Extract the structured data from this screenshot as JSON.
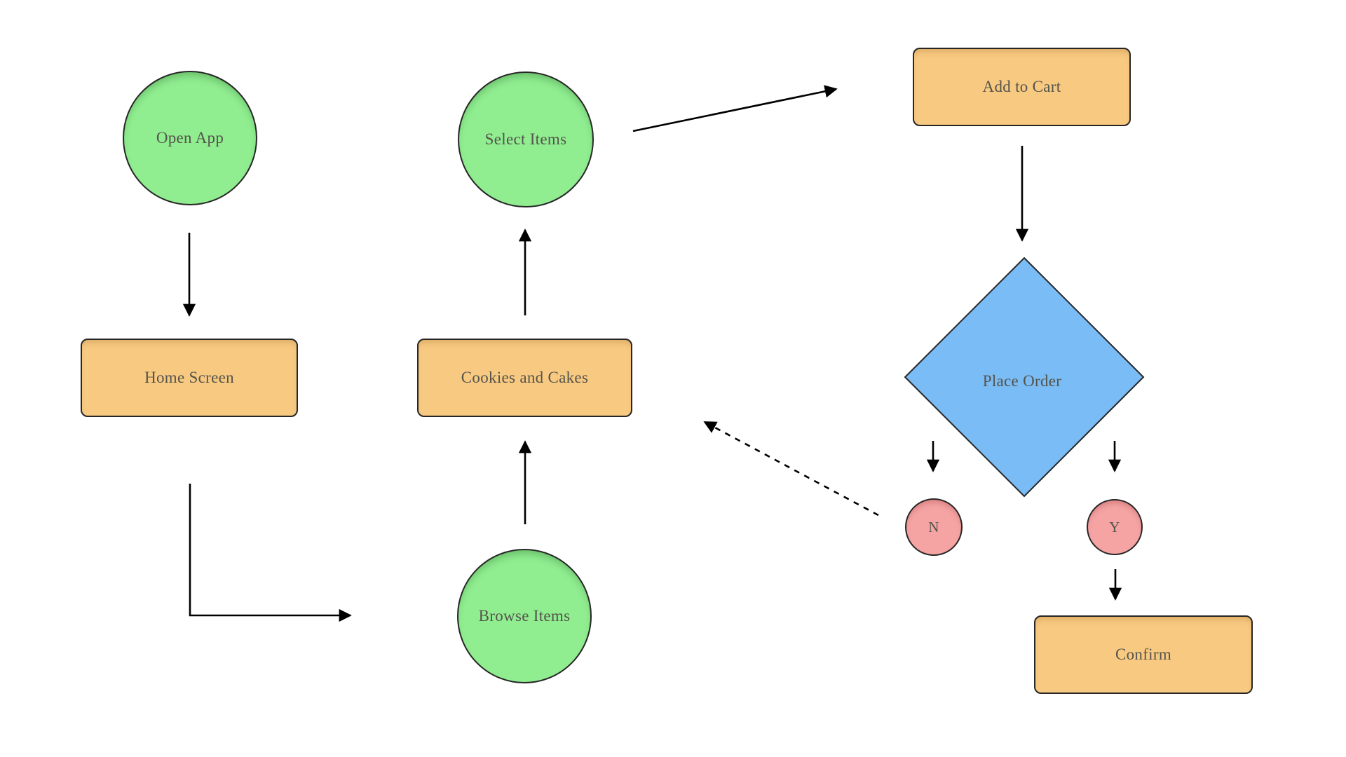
{
  "colors": {
    "circle_fill": "#90EE90",
    "rect_fill": "#F8C981",
    "diamond_fill": "#7ABCF5",
    "small_circle_fill": "#F5A3A3",
    "stroke": "#262626",
    "text": "#55544c",
    "arrow": "#000000",
    "canvas_bg": "#ffffff"
  },
  "nodes": {
    "open_app": {
      "label": "Open App",
      "shape": "circle"
    },
    "home_screen": {
      "label": "Home Screen",
      "shape": "rounded-rect"
    },
    "browse_items": {
      "label": "Browse Items",
      "shape": "circle"
    },
    "cookies_and_cakes": {
      "label": "Cookies and Cakes",
      "shape": "rounded-rect"
    },
    "select_items": {
      "label": "Select Items",
      "shape": "circle"
    },
    "add_to_cart": {
      "label": "Add to Cart",
      "shape": "rounded-rect"
    },
    "place_order": {
      "label": "Place Order",
      "shape": "diamond"
    },
    "decision_no": {
      "label": "N",
      "shape": "small-circle"
    },
    "decision_yes": {
      "label": "Y",
      "shape": "small-circle"
    },
    "confirm": {
      "label": "Confirm",
      "shape": "rounded-rect"
    }
  },
  "edges": [
    {
      "from": "open_app",
      "to": "home_screen",
      "style": "solid-arrow"
    },
    {
      "from": "home_screen",
      "to": "browse_items",
      "style": "solid-elbow-arrow"
    },
    {
      "from": "browse_items",
      "to": "cookies_and_cakes",
      "style": "solid-arrow"
    },
    {
      "from": "cookies_and_cakes",
      "to": "select_items",
      "style": "solid-arrow"
    },
    {
      "from": "select_items",
      "to": "add_to_cart",
      "style": "solid-arrow"
    },
    {
      "from": "add_to_cart",
      "to": "place_order",
      "style": "solid-arrow"
    },
    {
      "from": "place_order",
      "to": "decision_no",
      "style": "solid-arrow"
    },
    {
      "from": "place_order",
      "to": "decision_yes",
      "style": "solid-arrow"
    },
    {
      "from": "decision_yes",
      "to": "confirm",
      "style": "solid-arrow"
    },
    {
      "from": "decision_no",
      "to": "cookies_and_cakes",
      "style": "dashed-arrow"
    }
  ]
}
